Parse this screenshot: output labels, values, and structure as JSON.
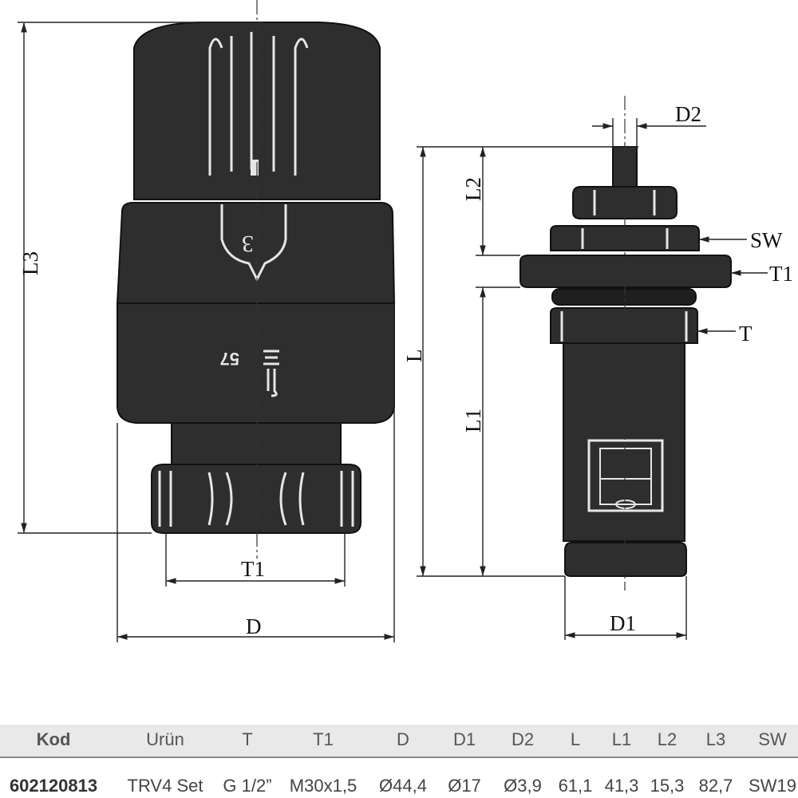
{
  "diagram": {
    "dimension_labels": {
      "l3": "L3",
      "t1_left": "T1",
      "d_left": "D",
      "d2": "D2",
      "l2": "L2",
      "sw": "SW",
      "t1_right": "T1",
      "t_right": "T",
      "l_right": "L",
      "l1": "L1",
      "d1": "D1"
    },
    "head_markings": {
      "scale_number": "3",
      "frost_mark": "57"
    }
  },
  "spec_table": {
    "headers": [
      "Kod",
      "Urün",
      "T",
      "T1",
      "D",
      "D1",
      "D2",
      "L",
      "L1",
      "L2",
      "L3",
      "SW"
    ],
    "row": [
      "602120813",
      "TRV4 Set",
      "G 1/2”",
      "M30x1,5",
      "Ø44,4",
      "Ø17",
      "Ø3,9",
      "61,1",
      "41,3",
      "15,3",
      "82,7",
      "SW19"
    ]
  }
}
